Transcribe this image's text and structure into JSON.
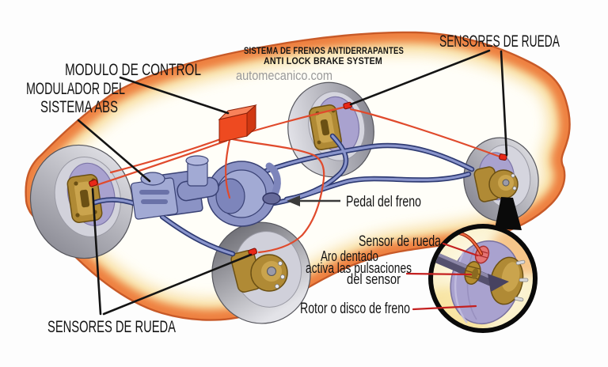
{
  "title": {
    "line1": "SISTEMA DE FRENOS ANTIDERRAPANTES",
    "line2": "ANTI LOCK BRAKE SYSTEM"
  },
  "watermark": "automecanico.com",
  "labels": {
    "control_module": "MODULO DE CONTROL",
    "abs_modulator_line1": "MODULADOR DEL",
    "abs_modulator_line2": "SISTEMA ABS",
    "wheel_sensors_top": "SENSORES DE RUEDA",
    "wheel_sensors_bottom": "SENSORES DE RUEDA",
    "brake_pedal": "Pedal del freno",
    "wheel_sensor": "Sensor de rueda",
    "tone_ring_line1": "Aro dentado",
    "tone_ring_line2": "activa las pulsaciones",
    "tone_ring_line3": "del sensor",
    "rotor_disc": "Rotor o disco de freno"
  },
  "colors": {
    "car_outline_orange": "#ed7f44",
    "car_inner_glow": "#f6d88e",
    "control_module_red": "#ee4a20",
    "hydraulic_line_blue": "#7b86bd",
    "sensor_wire_red": "#e04a2c",
    "caliper_gold": "#b08a35",
    "rotor_lavender": "#a9a2cf",
    "label_black": "#141414",
    "callout_red": "#c42020",
    "watermark_gray": "#9a9a9a"
  }
}
